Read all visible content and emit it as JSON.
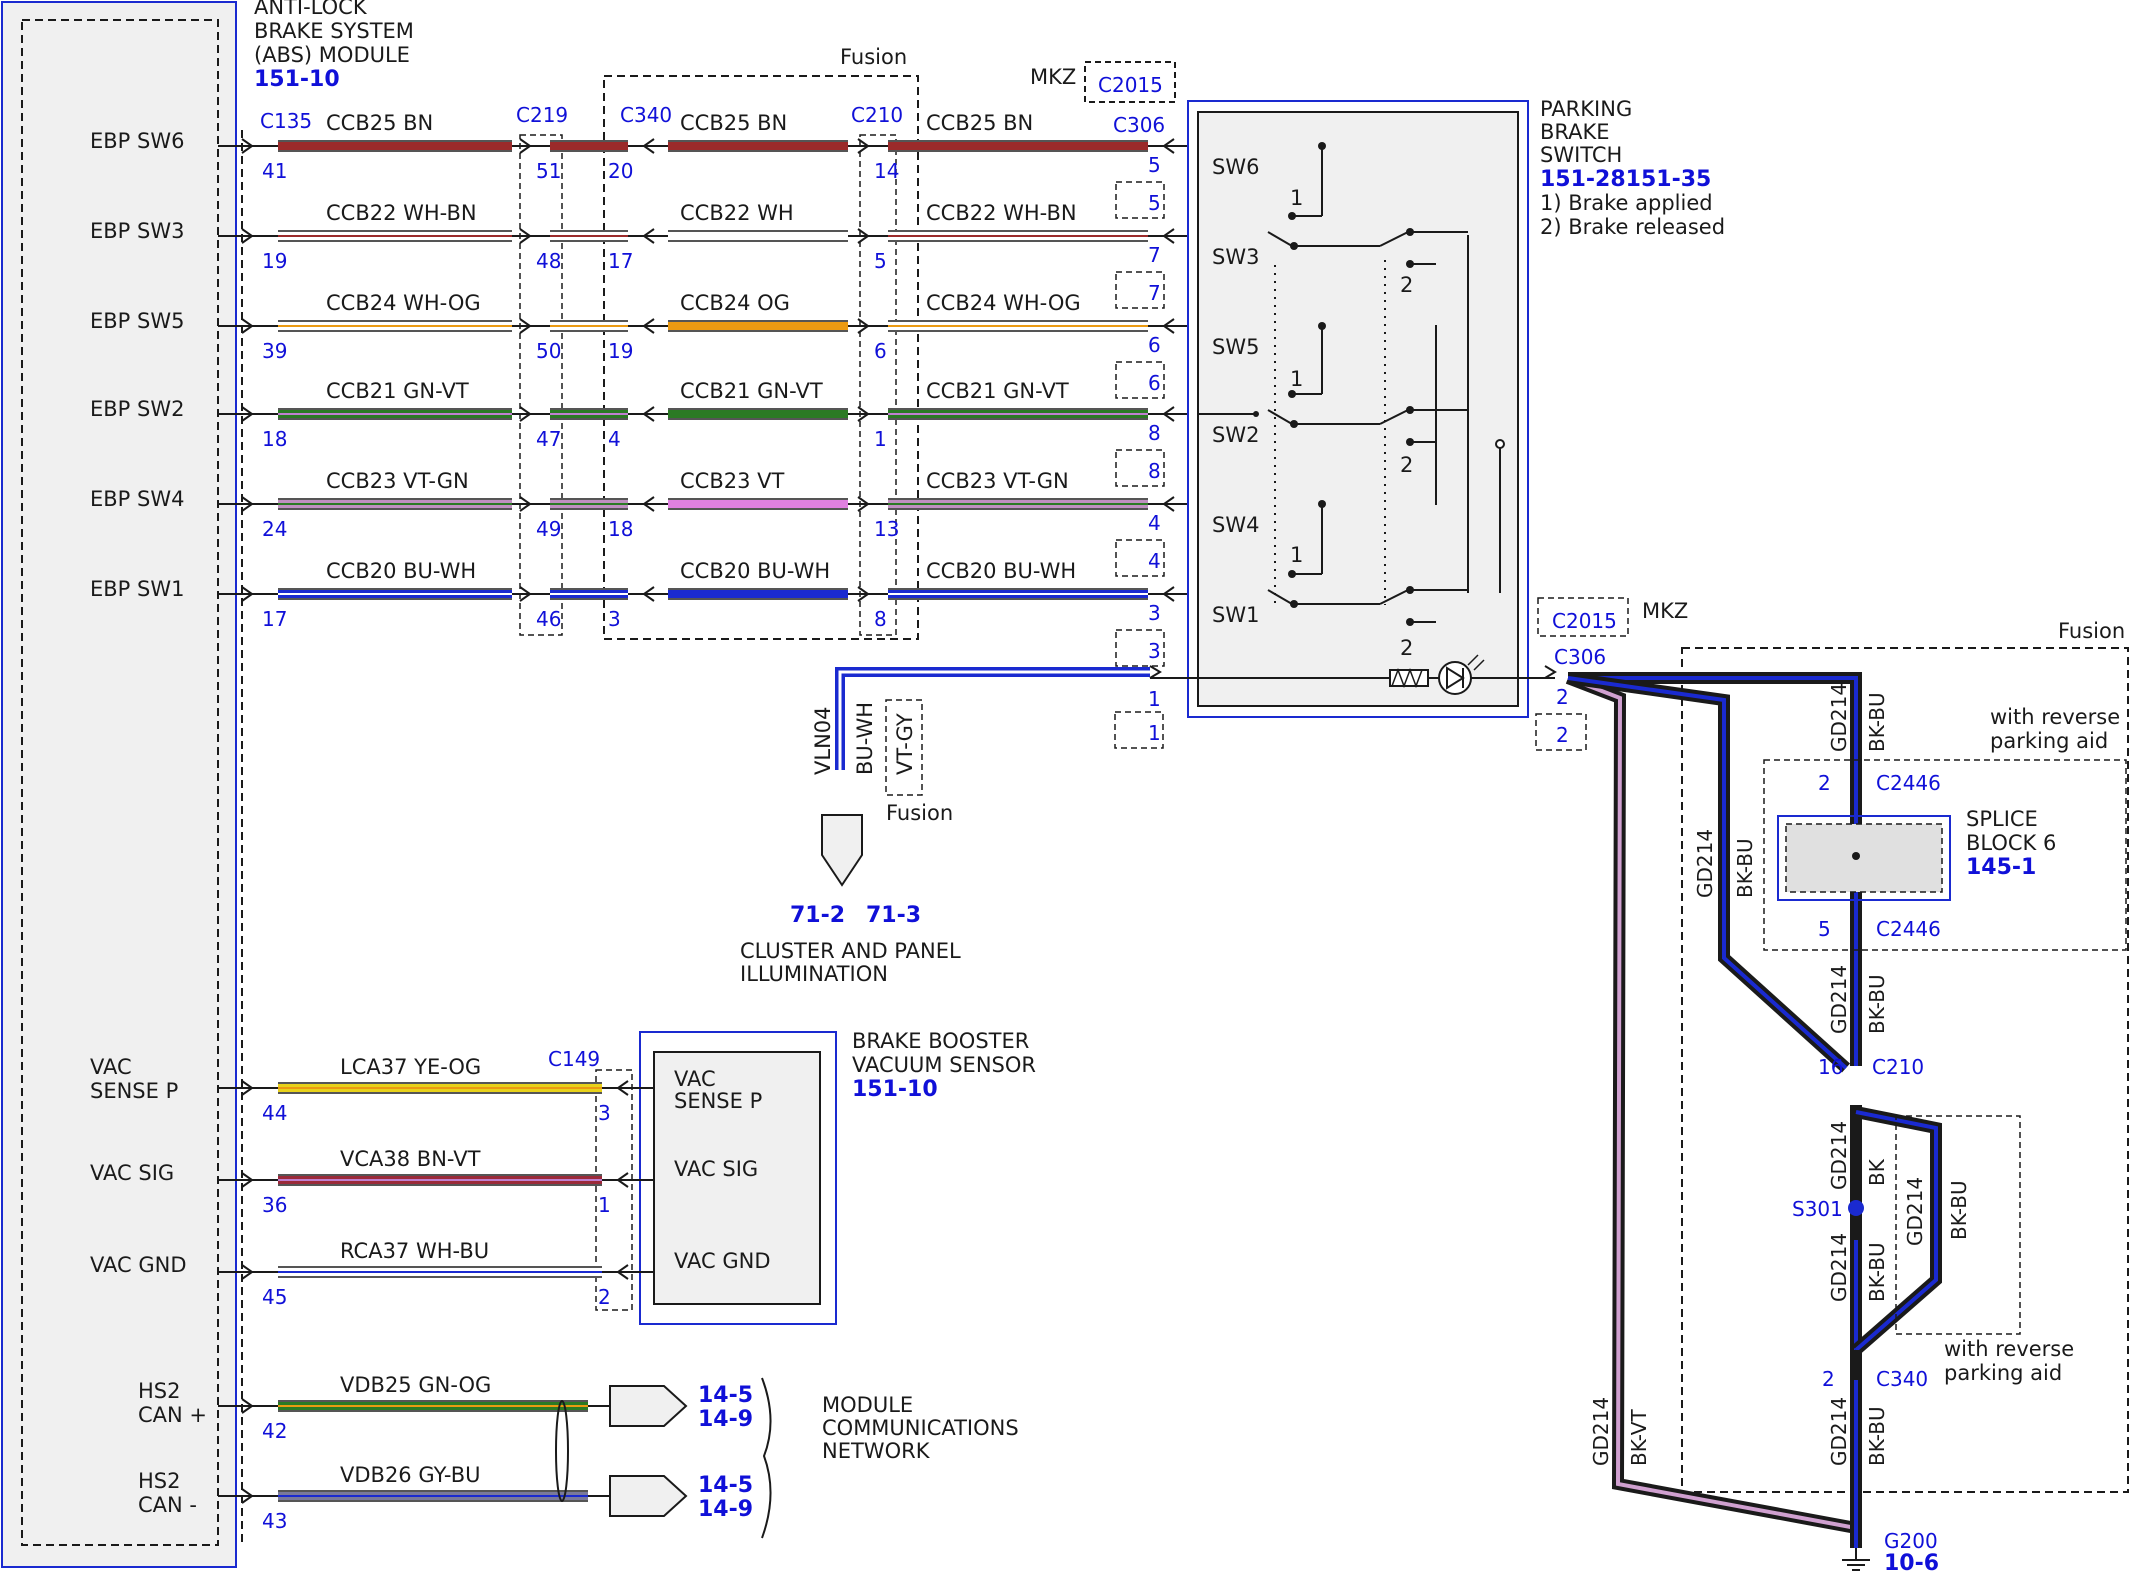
{
  "abs": {
    "title": [
      "ANTI-LOCK",
      "BRAKE SYSTEM",
      "(ABS) MODULE"
    ],
    "ref": "151-10",
    "pins": [
      {
        "label": "EBP SW6",
        "pin": "41"
      },
      {
        "label": "EBP SW3",
        "pin": "19"
      },
      {
        "label": "EBP SW5",
        "pin": "39"
      },
      {
        "label": "EBP SW2",
        "pin": "18"
      },
      {
        "label": "EBP SW4",
        "pin": "24"
      },
      {
        "label": "EBP SW1",
        "pin": "17"
      }
    ],
    "vac_pins": [
      {
        "label": [
          "VAC",
          "SENSE P"
        ],
        "pin": "44"
      },
      {
        "label": [
          "VAC SIG"
        ],
        "pin": "36"
      },
      {
        "label": [
          "VAC GND"
        ],
        "pin": "45"
      }
    ],
    "can_pins": [
      {
        "label": [
          "HS2",
          "CAN +"
        ],
        "pin": "42"
      },
      {
        "label": [
          "HS2",
          "CAN -"
        ],
        "pin": "43"
      }
    ]
  },
  "connectors": {
    "c135": "C135",
    "c219": "C219",
    "c340": "C340",
    "c210": "C210",
    "c306": "C306",
    "c2015": "C2015",
    "mkz": "MKZ",
    "fusion": "Fusion",
    "c149": "C149",
    "c2446": "C2446",
    "s301": "S301",
    "g200": "G200",
    "g200_ref": "10-6"
  },
  "circuits": [
    {
      "seg1": "CCB25  BN",
      "seg2": "CCB25  BN",
      "seg3": "CCB25  BN",
      "c219": "51",
      "c340": "20",
      "c210": "14",
      "c306": "5",
      "c306b": "5",
      "color1": "#9b2a2a",
      "color2": "#9b2a2a",
      "color3": "#9b2a2a",
      "stripe1": "",
      "stripe3": ""
    },
    {
      "seg1": "CCB22  WH-BN",
      "seg2": "CCB22  WH",
      "seg3": "CCB22  WH-BN",
      "c219": "48",
      "c340": "17",
      "c210": "5",
      "c306": "7",
      "c306b": "7",
      "color1": "#ffffff",
      "color2": "#ffffff",
      "color3": "#ffffff",
      "stripe1": "#9b2a2a",
      "stripe3": "#9b2a2a"
    },
    {
      "seg1": "CCB24  WH-OG",
      "seg2": "CCB24  OG",
      "seg3": "CCB24  WH-OG",
      "c219": "50",
      "c340": "19",
      "c210": "6",
      "c306": "6",
      "c306b": "6",
      "color1": "#ffffff",
      "color2": "#eb9a12",
      "color3": "#ffffff",
      "stripe1": "#eb9a12",
      "stripe3": "#eb9a12"
    },
    {
      "seg1": "CCB21  GN-VT",
      "seg2": "CCB21  GN-VT",
      "seg3": "CCB21  GN-VT",
      "c219": "47",
      "c340": "4",
      "c210": "1",
      "c306": "8",
      "c306b": "8",
      "color1": "#2b7a24",
      "color2": "#2b7a24",
      "color3": "#2b7a24",
      "stripe1": "#c080d0",
      "stripe3": "#c080d0"
    },
    {
      "seg1": "CCB23  VT-GN",
      "seg2": "CCB23  VT",
      "seg3": "CCB23  VT-GN",
      "c219": "49",
      "c340": "18",
      "c210": "13",
      "c306": "4",
      "c306b": "4",
      "color1": "#c090c0",
      "color2": "#e080e0",
      "color3": "#c090c0",
      "stripe1": "#2b7a24",
      "stripe3": "#2b7a24"
    },
    {
      "seg1": "CCB20  BU-WH",
      "seg2": "CCB20  BU-WH",
      "seg3": "CCB20  BU-WH",
      "c219": "46",
      "c340": "3",
      "c210": "8",
      "c306": "3",
      "c306b": "3",
      "color1": "#1a2ad0",
      "color2": "#1a2ad0",
      "color3": "#1a2ad0",
      "stripe1": "#ffffff",
      "stripe3": "#ffffff"
    }
  ],
  "illum": {
    "pin": "1",
    "pinb": "1",
    "circuit": "VLN04",
    "color": "BU-WH",
    "alt_color": "VT-GY",
    "fusion": "Fusion",
    "refs": [
      "71-2",
      "71-3"
    ],
    "caption": [
      "CLUSTER AND PANEL",
      "ILLUMINATION"
    ]
  },
  "switch": {
    "title": [
      "PARKING",
      "BRAKE",
      "SWITCH"
    ],
    "ref": "151-28151-35",
    "notes": [
      "1) Brake applied",
      "2) Brake released"
    ],
    "sw": [
      "SW6",
      "SW3",
      "SW5",
      "SW2",
      "SW4",
      "SW1"
    ],
    "pos1": "1",
    "pos2": "2"
  },
  "vac": {
    "title": [
      "BRAKE BOOSTER",
      "VACUUM SENSOR"
    ],
    "ref": "151-10",
    "inner": [
      [
        "VAC",
        "SENSE P"
      ],
      [
        "VAC SIG"
      ],
      [
        "VAC GND"
      ]
    ],
    "wires": [
      {
        "name": "LCA37  YE-OG",
        "pin": "3",
        "color": "#e8d21a",
        "stripe": "#eb9a12"
      },
      {
        "name": "VCA38  BN-VT",
        "pin": "1",
        "color": "#9b2a3a",
        "stripe": "#c080d0"
      },
      {
        "name": "RCA37  WH-BU",
        "pin": "2",
        "color": "#ffffff",
        "stripe": "#1a2ad0"
      }
    ]
  },
  "can": {
    "wires": [
      {
        "name": "VDB25  GN-OG",
        "color": "#2b7a24",
        "stripe": "#eb9a12",
        "refs": [
          "14-5",
          "14-9"
        ]
      },
      {
        "name": "VDB26  GY-BU",
        "color": "#7a7a9a",
        "stripe": "#1a2ad0",
        "refs": [
          "14-5",
          "14-9"
        ]
      }
    ],
    "caption": [
      "MODULE",
      "COMMUNICATIONS",
      "NETWORK"
    ]
  },
  "ground": {
    "pin2": "2",
    "pin2b": "2",
    "fusion": "Fusion",
    "mkz": "MKZ",
    "rev_aid": [
      "with reverse",
      "parking aid"
    ],
    "splice_title": [
      "SPLICE",
      "BLOCK 6"
    ],
    "splice_ref": "145-1",
    "gd214": "GD214",
    "bkbu": "BK-BU",
    "bk": "BK",
    "bkvt": "BK-VT",
    "p2": "2",
    "p5": "5",
    "p16": "16",
    "p2b": "2"
  },
  "colors": {
    "accent_blue": "#1010d8",
    "panel": "#f0f0f0"
  }
}
